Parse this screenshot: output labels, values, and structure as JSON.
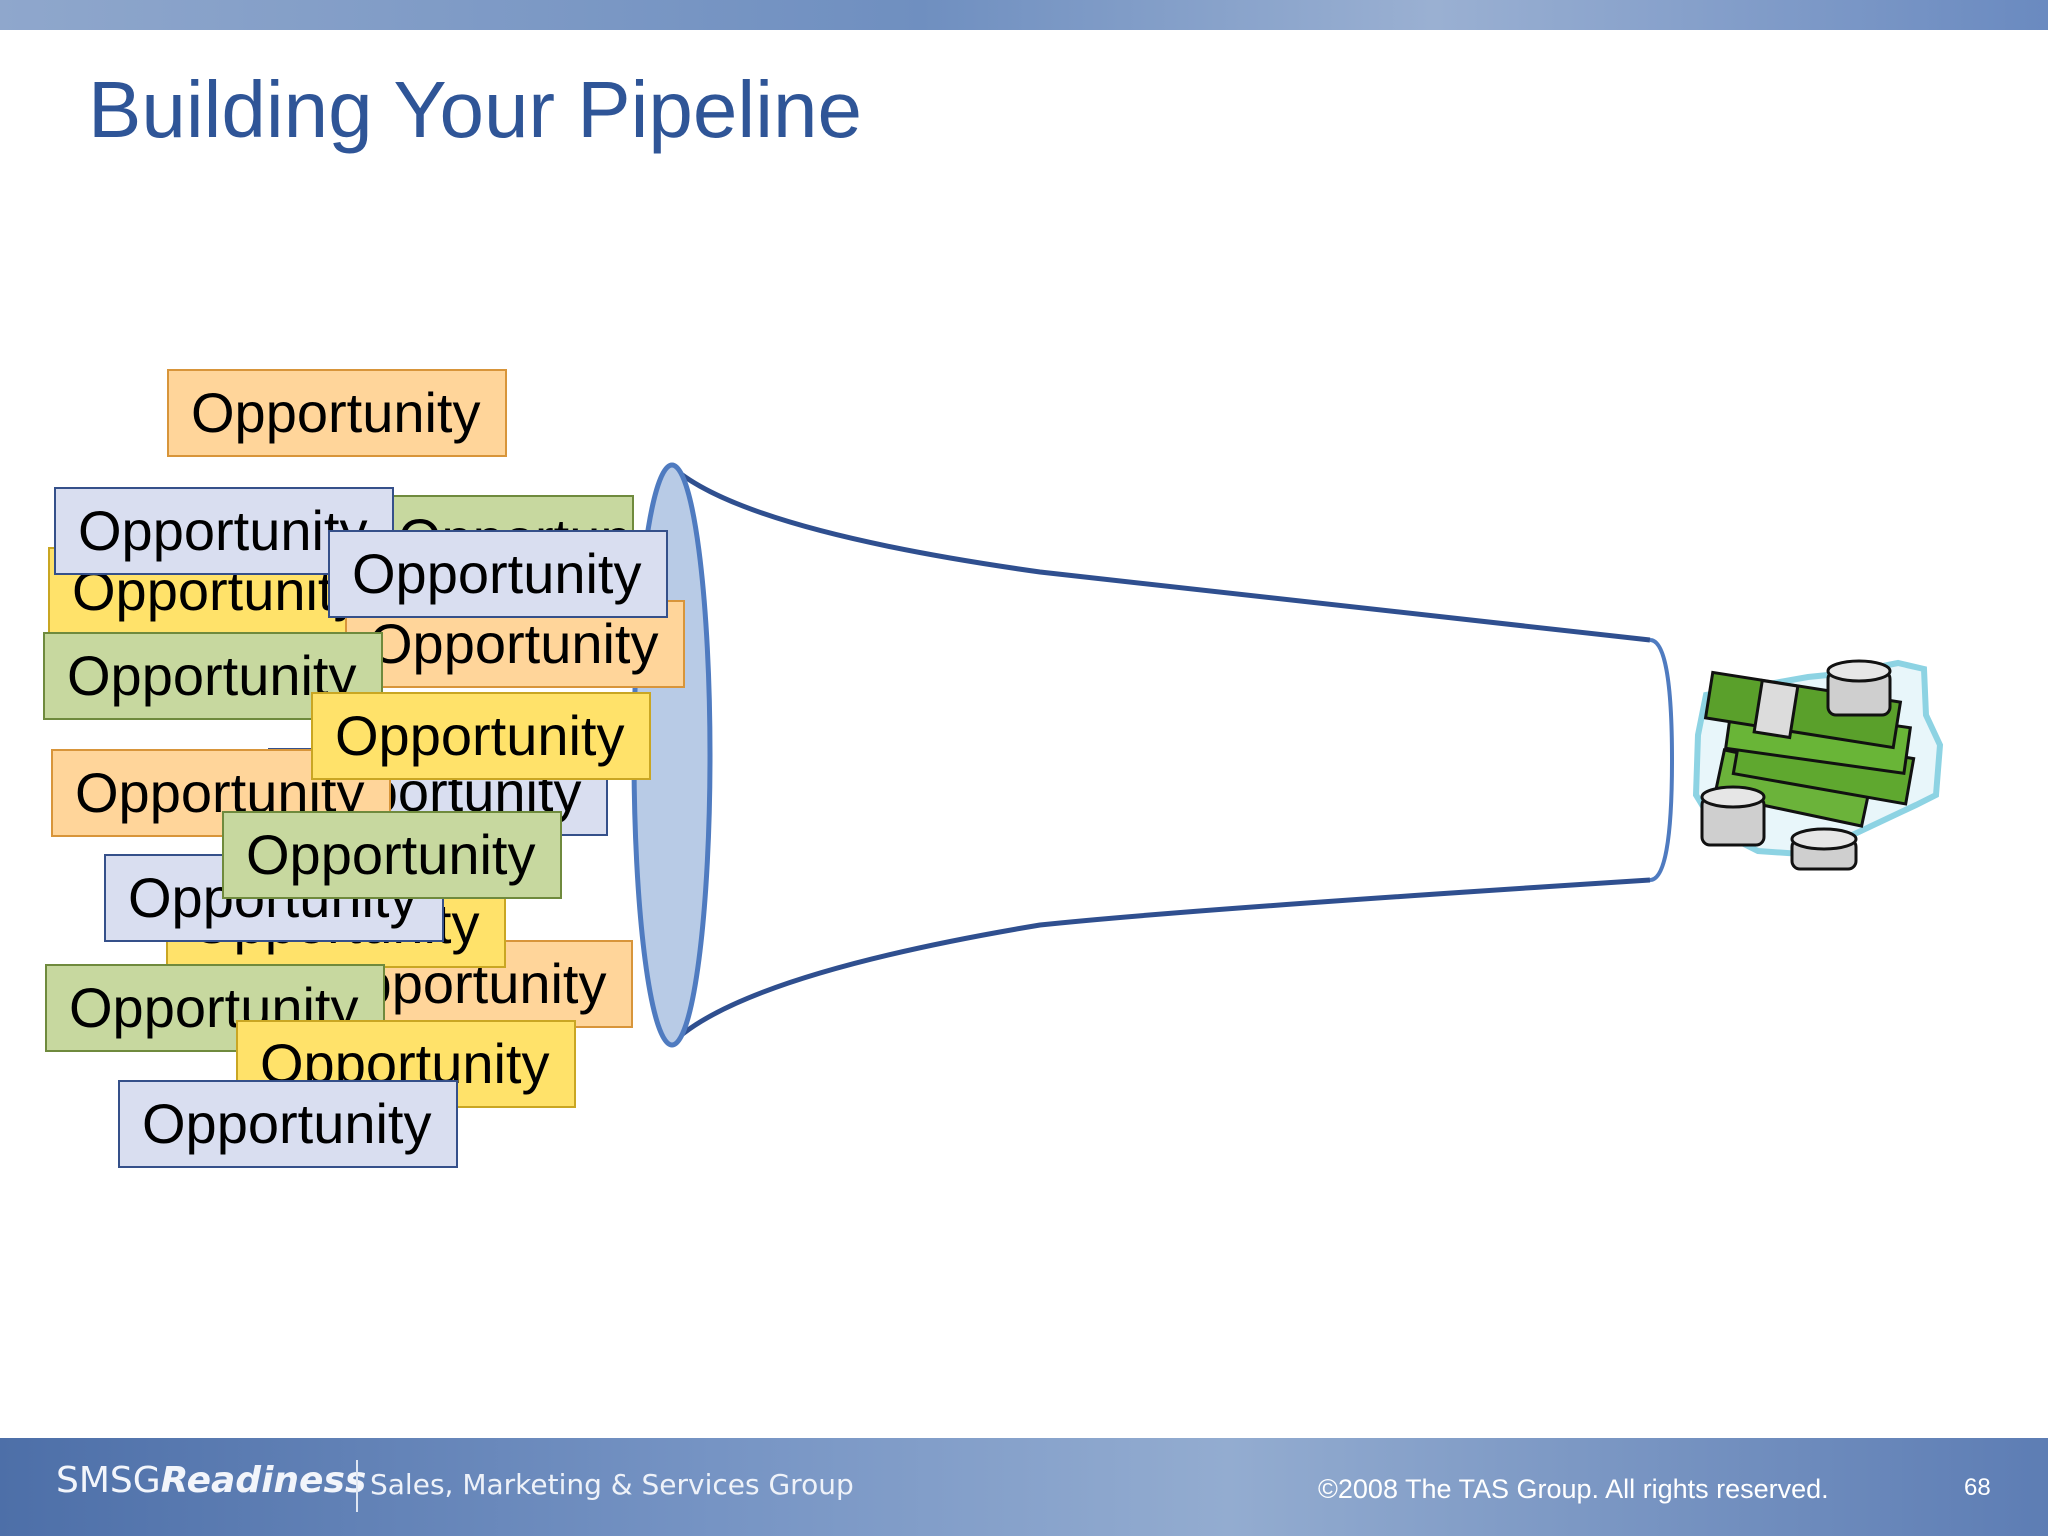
{
  "slide": {
    "title": "Building Your Pipeline",
    "opportunity_label": "Opportunity",
    "opportunities": [
      {
        "text": "Opportunity",
        "color": "orange"
      },
      {
        "text": "Opportunity",
        "color": "green"
      },
      {
        "text": "Opportunity",
        "color": "yellow"
      },
      {
        "text": "Opportunity",
        "color": "blue"
      },
      {
        "text": "Opportunity",
        "color": "orange"
      },
      {
        "text": "Opportunity",
        "color": "blue"
      },
      {
        "text": "Opportunity",
        "color": "green"
      },
      {
        "text": "Opportunity",
        "color": "blue"
      },
      {
        "text": "Opportunity",
        "color": "orange"
      },
      {
        "text": "Opportunity",
        "color": "yellow"
      },
      {
        "text": "Opportunity",
        "color": "orange"
      },
      {
        "text": "Opportunity",
        "color": "yellow"
      },
      {
        "text": "Opportunity",
        "color": "blue"
      },
      {
        "text": "Opportunity",
        "color": "green"
      },
      {
        "text": "Opportunity",
        "color": "green"
      },
      {
        "text": "Opportunity",
        "color": "yellow"
      },
      {
        "text": "Opportunity",
        "color": "blue"
      }
    ],
    "funnel_icon": "funnel-icon",
    "money_icon": "money-stack-icon"
  },
  "footer": {
    "logo_brand": "SMSG",
    "logo_product": "Readiness",
    "group": "Sales, Marketing & Services Group",
    "copyright": "©2008 The TAS Group.  All rights reserved.",
    "page_number": "68"
  },
  "colors": {
    "title": "#2f5597",
    "funnel_line": "#2f4f8f",
    "funnel_mouth": "#b8cbe6",
    "orange": "#ffd59a",
    "blue": "#d9def0",
    "yellow": "#ffe26a",
    "green": "#c7d89f"
  }
}
